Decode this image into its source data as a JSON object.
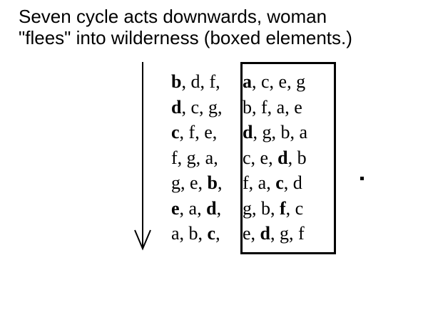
{
  "title": "Seven cycle acts downwards, woman\n\"flees\" into wilderness (boxed elements.)",
  "rows": [
    {
      "left": [
        [
          "b",
          1
        ],
        [
          "d",
          0
        ],
        [
          "f",
          0
        ]
      ],
      "right": [
        [
          "a",
          1
        ],
        [
          "c",
          0
        ],
        [
          "e",
          0
        ],
        [
          "g",
          0
        ]
      ]
    },
    {
      "left": [
        [
          "d",
          1
        ],
        [
          "c",
          0
        ],
        [
          "g",
          0
        ]
      ],
      "right": [
        [
          "b",
          0
        ],
        [
          "f",
          0
        ],
        [
          "a",
          0
        ],
        [
          "e",
          0
        ]
      ]
    },
    {
      "left": [
        [
          "c",
          1
        ],
        [
          "f",
          0
        ],
        [
          "e",
          0
        ]
      ],
      "right": [
        [
          "d",
          1
        ],
        [
          "g",
          0
        ],
        [
          "b",
          0
        ],
        [
          "a",
          0
        ]
      ]
    },
    {
      "left": [
        [
          "f",
          0
        ],
        [
          "g",
          0
        ],
        [
          "a",
          0
        ]
      ],
      "right": [
        [
          "c",
          0
        ],
        [
          "e",
          0
        ],
        [
          "d",
          1
        ],
        [
          "b",
          0
        ]
      ]
    },
    {
      "left": [
        [
          "g",
          0
        ],
        [
          "e",
          0
        ],
        [
          "b",
          1
        ]
      ],
      "right": [
        [
          "f",
          0
        ],
        [
          "a",
          0
        ],
        [
          "c",
          1
        ],
        [
          "d",
          0
        ]
      ]
    },
    {
      "left": [
        [
          "e",
          1
        ],
        [
          "a",
          0
        ],
        [
          "d",
          1
        ]
      ],
      "right": [
        [
          "g",
          0
        ],
        [
          "b",
          0
        ],
        [
          "f",
          1
        ],
        [
          "c",
          0
        ]
      ]
    },
    {
      "left": [
        [
          "a",
          0
        ],
        [
          "b",
          0
        ],
        [
          "c",
          1
        ]
      ],
      "right": [
        [
          "e",
          0
        ],
        [
          "d",
          1
        ],
        [
          "g",
          0
        ],
        [
          "f",
          0
        ]
      ]
    }
  ]
}
